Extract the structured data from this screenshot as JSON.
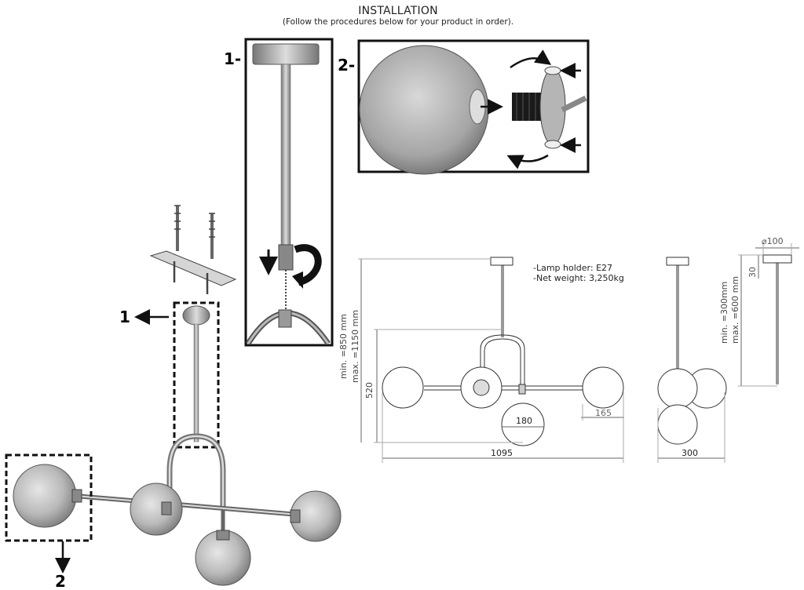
{
  "header": {
    "title": "INSTALLATION",
    "subtitle": "(Follow the procedures below for your product in order)."
  },
  "steps": {
    "step1_label": "1-",
    "step2_label": "2-",
    "callout1": "1",
    "callout2": "2"
  },
  "specs": {
    "lamp_holder": "-Lamp holder: E27",
    "net_weight": "-Net weight: 3,250kg",
    "height_min": "min. =850 mm",
    "height_max": "max. =1150 mm",
    "height_body": "520",
    "globe_diameter": "180",
    "arm_offset": "165",
    "total_width": "1095",
    "side_depth": "300",
    "canopy_diameter": "⌀100",
    "canopy_height": "30",
    "rod_min": "min. =300mm",
    "rod_max": "max. =600 mm"
  },
  "colors": {
    "line": "#222222",
    "glass": "#c9c9c9",
    "metal": "#9a9a9a"
  }
}
